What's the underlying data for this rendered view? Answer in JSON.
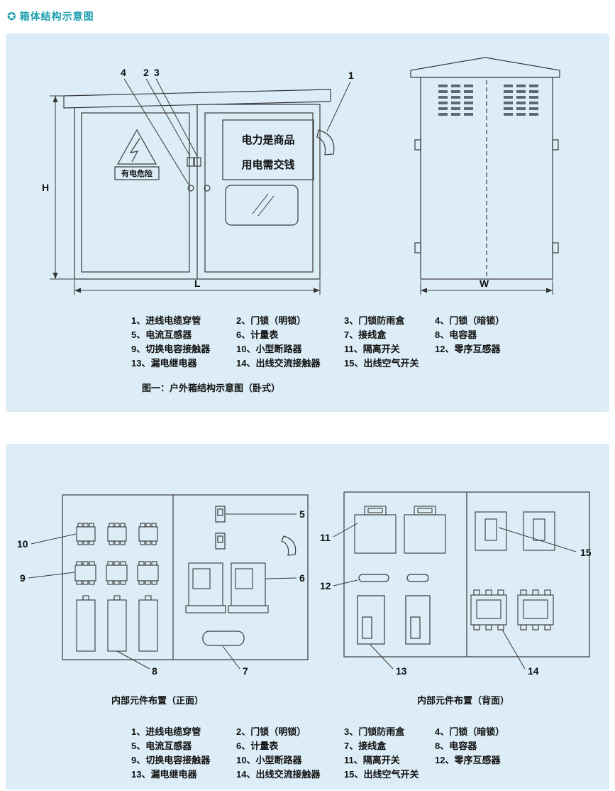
{
  "header": {
    "icon": "✪",
    "title": "箱体结构示意图"
  },
  "colors": {
    "accent_teal": "#1a9fae",
    "panel_bg": "#dcedf7",
    "line": "#3a3a3a"
  },
  "figure1": {
    "caption": "图一：户外箱结构示意图（卧式）",
    "warning": "有电危险",
    "sign_line1": "电力是商品",
    "sign_line2": "用电需交钱",
    "dims": {
      "h": "H",
      "l": "L",
      "w": "W"
    },
    "callouts": {
      "n1": "1",
      "n2": "2",
      "n3": "3",
      "n4": "4"
    }
  },
  "figure2": {
    "front_label": "内部元件布置（正面）",
    "back_label": "内部元件布置（背面）",
    "callouts": {
      "n5": "5",
      "n6": "6",
      "n7": "7",
      "n8": "8",
      "n9": "9",
      "n10": "10",
      "n11": "11",
      "n12": "12",
      "n13": "13",
      "n14": "14",
      "n15": "15"
    }
  },
  "legend": {
    "rows": [
      [
        "1、进线电缆穿管",
        "2、门锁（明锁）",
        "3、门锁防雨盒",
        "4、门锁（暗锁）"
      ],
      [
        "5、电流互感器",
        "6、计量表",
        "7、接线盒",
        "8、电容器"
      ],
      [
        "9、切换电容接触器",
        "10、小型断路器",
        "11、隔离开关",
        "12、零序互感器"
      ],
      [
        "13、漏电继电器",
        "14、出线交流接触器",
        "15、出线空气开关",
        ""
      ]
    ]
  }
}
